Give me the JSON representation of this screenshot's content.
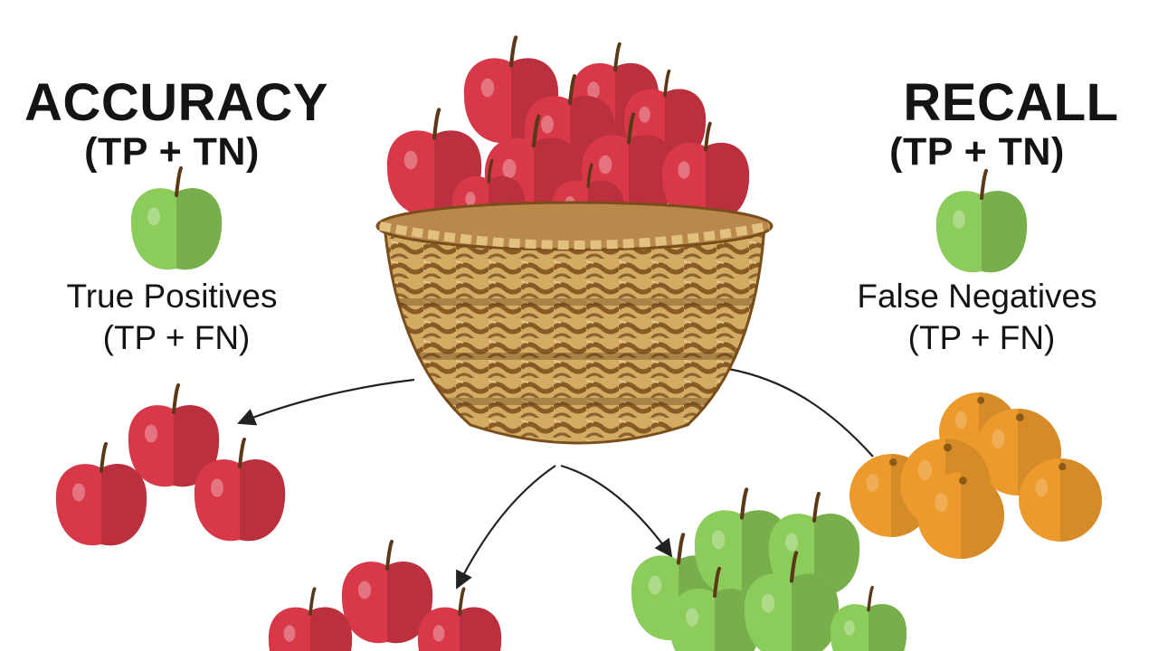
{
  "left_panel": {
    "title": "ACCURACY",
    "formula": "(TP + TN)",
    "caption": "True Positives",
    "caption_formula": "(TP + FN)"
  },
  "right_panel": {
    "title": "RECALL",
    "formula": "(TP + TN)",
    "caption": "False Negatives",
    "caption_formula": "(TP + FN)"
  },
  "icons": {
    "center": "apple-basket-icon",
    "left_marker": "green-apple-icon",
    "right_marker": "green-apple-icon",
    "cluster_left": "red-apples-icon",
    "cluster_bottom": "red-apples-icon",
    "cluster_green": "green-apples-icon",
    "cluster_orange": "oranges-icon"
  },
  "colors": {
    "red_apple": "#d83848",
    "green_apple": "#8ccc5a",
    "orange": "#ec9a2c",
    "basket": "#c9a25c",
    "text": "#141414"
  }
}
